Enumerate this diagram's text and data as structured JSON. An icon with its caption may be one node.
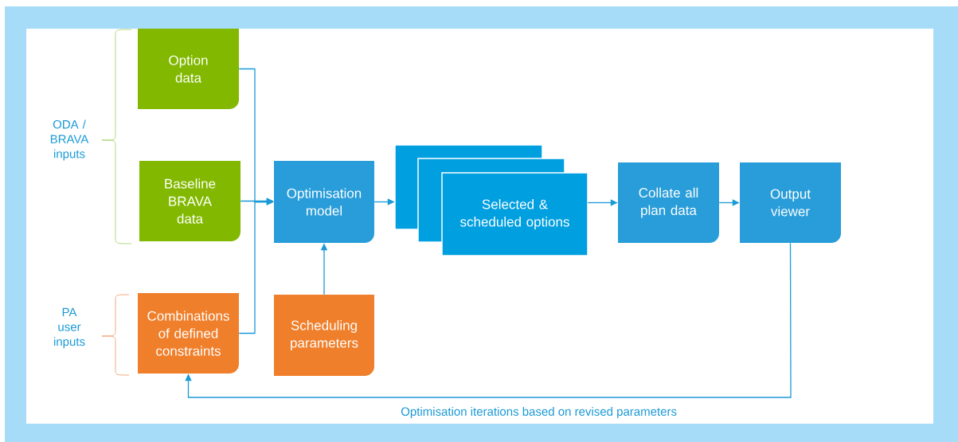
{
  "diagram": {
    "nodes": [
      {
        "text": [
          "Option data"
        ]
      },
      {
        "text": [
          "Baseline BRAVA data"
        ]
      },
      {
        "text": [
          "Combinations of defined constraints"
        ]
      },
      {
        "text": [
          "Optimisation model"
        ]
      },
      {
        "text": [
          "Scheduling parameters"
        ]
      },
      {
        "text": [],
        "shape": "box"
      },
      {
        "text": [],
        "shape": "box"
      },
      {
        "text": [
          "Selected & scheduled options"
        ]
      },
      {
        "text": [
          "Collate all plan data"
        ]
      },
      {
        "text": [
          "Output viewer"
        ]
      }
    ],
    "edges": [
      {
        "from": 0,
        "to": 3,
        "arrow": "to"
      },
      {
        "from": 1,
        "to": 3,
        "arrow": "to"
      },
      {
        "from": 2,
        "to": 3,
        "arrow": "to"
      },
      {
        "from": 4,
        "to": 3,
        "arrow": "to"
      },
      {
        "from": 3,
        "to": 5,
        "arrow": "to"
      },
      {
        "from": 7,
        "to": 8,
        "arrow": "to"
      },
      {
        "from": 8,
        "to": 9,
        "arrow": "to"
      },
      {
        "from": 9,
        "to": 2,
        "arrow": "to",
        "label": "Optimisation iterations based on revised parameters"
      }
    ],
    "labels": [
      "ODA / BRAVA inputs",
      "PA user inputs"
    ]
  }
}
